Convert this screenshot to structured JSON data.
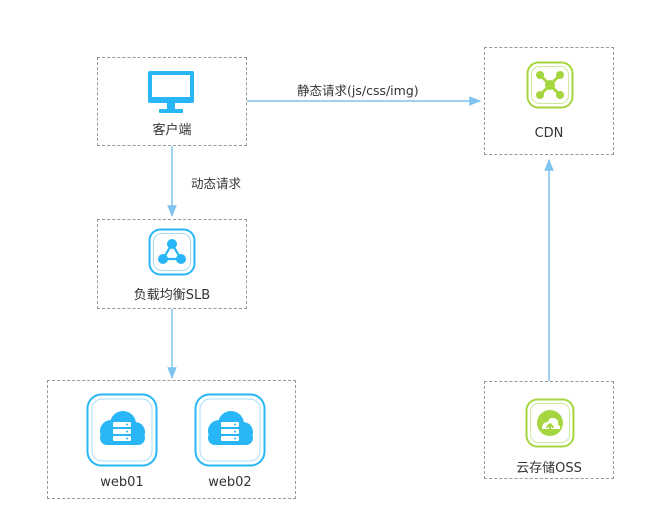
{
  "nodes": {
    "client": {
      "label": "客户端",
      "icon": "monitor-icon"
    },
    "cdn": {
      "label": "CDN",
      "icon": "cdn-network-icon"
    },
    "slb": {
      "label": "负载均衡SLB",
      "icon": "share-nodes-icon"
    },
    "web01": {
      "label": "web01",
      "icon": "cloud-server-icon"
    },
    "web02": {
      "label": "web02",
      "icon": "cloud-server-icon"
    },
    "oss": {
      "label": "云存储OSS",
      "icon": "cloud-storage-icon"
    }
  },
  "edges": {
    "static": {
      "label": "静态请求(js/css/img)"
    },
    "dynamic": {
      "label": "动态请求"
    }
  },
  "colors": {
    "accent_blue": "#29b6f6",
    "accent_green": "#a5d63f",
    "arrow": "#7fc4ee",
    "dashed_border": "#9a9a9a"
  }
}
